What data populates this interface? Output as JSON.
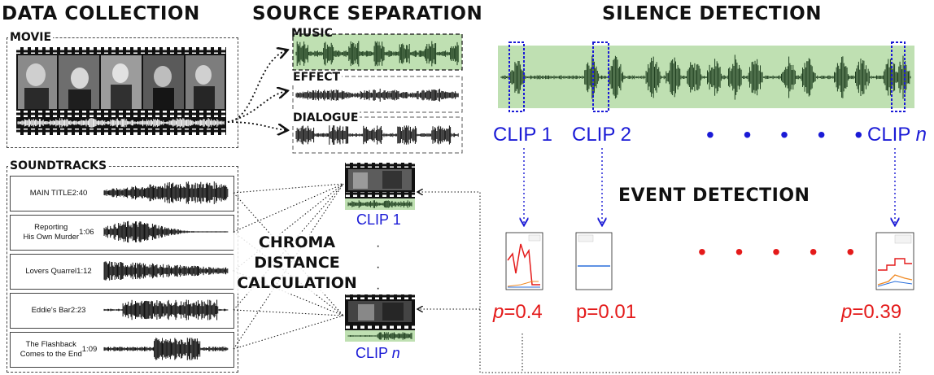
{
  "headings": {
    "data_collection": "DATA COLLECTION",
    "source_separation": "SOURCE SEPARATION",
    "silence_detection": "SILENCE DETECTION",
    "event_detection": "EVENT DETECTION"
  },
  "movie_label": "MOVIE",
  "soundtracks_label": "SOUNDTRACKS",
  "stems": [
    "MUSIC",
    "EFFECT",
    "DIALOGUE"
  ],
  "tracks": [
    {
      "title": "MAIN TITLE",
      "time": "2:40"
    },
    {
      "title": "Reporting\nHis Own Murder",
      "time": "1:06"
    },
    {
      "title": "Lovers Quarrel",
      "time": "1:12"
    },
    {
      "title": "Eddie's Bar",
      "time": "2:23"
    },
    {
      "title": "The Flashback\nComes to the End",
      "time": "1:09"
    }
  ],
  "chroma_text": "CHROMA\nDISTANCE\nCALCULATION",
  "mid_clips": {
    "first": "CLIP 1",
    "last_prefix": "CLIP ",
    "last_var": "n"
  },
  "silence_clips": {
    "clip1": "CLIP 1",
    "clip2": "CLIP 2",
    "clipn_prefix": "CLIP ",
    "clipn_var": "n",
    "ellipsis": "• • • • •"
  },
  "event_ellipsis": "• • • • •",
  "pvalues": [
    {
      "var": "p",
      "text": "=0.4"
    },
    {
      "text": "p=0.01"
    },
    {
      "var": "p",
      "text": "=0.39"
    }
  ],
  "colors": {
    "accent_blue": "#1a1ad6",
    "pvalue_red": "#e41a1a",
    "music_green": "#bfe0b2",
    "wave_dark": "#1f3f1f"
  }
}
